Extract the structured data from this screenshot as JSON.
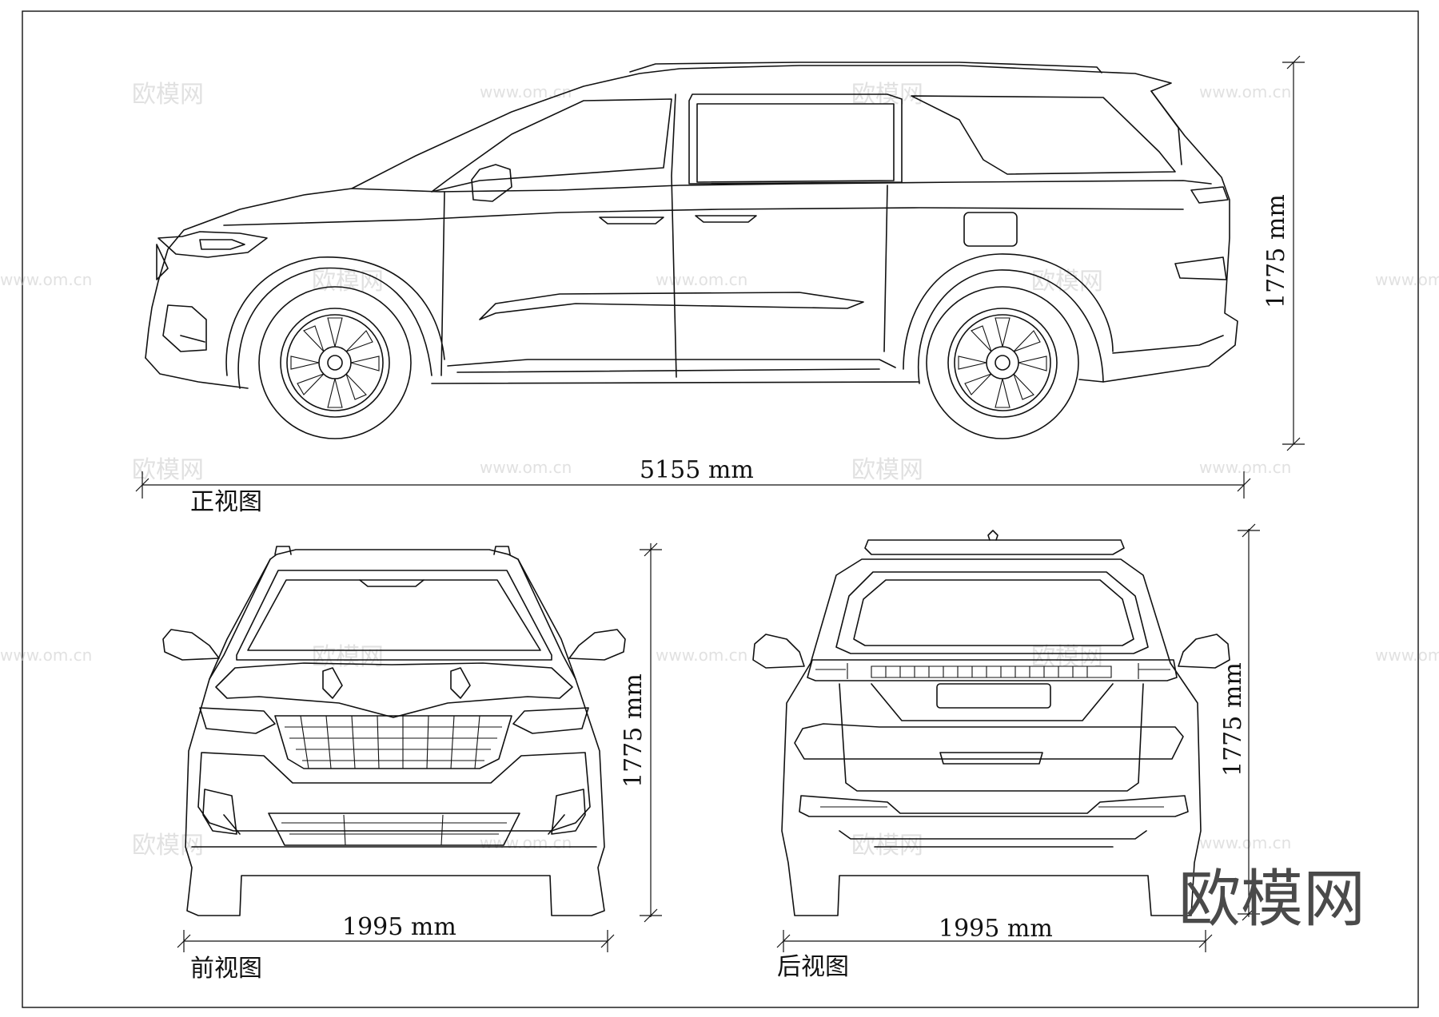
{
  "watermarks": {
    "brand": "欧模网",
    "url": "www.om.cn"
  },
  "dimensions": {
    "length": "5155 mm",
    "height_side": "1775 mm",
    "height_front": "1775 mm",
    "height_rear": "1775 mm",
    "width_front": "1995 mm",
    "width_rear": "1995 mm"
  },
  "views": {
    "side": "正视图",
    "front": "前视图",
    "rear": "后视图"
  },
  "corner_logo": "欧模网"
}
